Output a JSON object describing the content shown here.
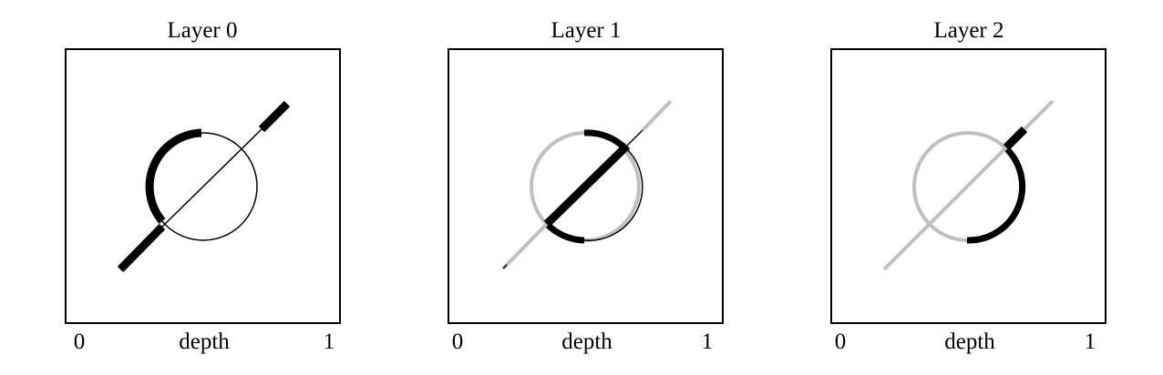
{
  "colors": {
    "active": "#000000",
    "inactive": "#c0c0c0",
    "frame": "#000000",
    "background": "#ffffff"
  },
  "panels": [
    {
      "title": "Layer 0",
      "x_axis": {
        "label": "depth",
        "min_label": "0",
        "max_label": "1"
      },
      "diagram": {
        "circle": {
          "style": "thin",
          "color": "active"
        },
        "circle_highlight": {
          "style": "thick",
          "color": "active",
          "arc_deg_start": 88,
          "arc_deg_end": 220
        },
        "line_lower": {
          "style": "thick",
          "color": "active"
        },
        "line_middle": {
          "style": "thin",
          "color": "active"
        },
        "line_upper": {
          "style": "thick",
          "color": "active"
        }
      }
    },
    {
      "title": "Layer 1",
      "x_axis": {
        "label": "depth",
        "min_label": "0",
        "max_label": "1"
      },
      "diagram": {
        "circle": {
          "style": "mixed",
          "color": "inactive"
        },
        "circle_highlight_top": {
          "style": "thick",
          "color": "active",
          "arc_deg_start": 45,
          "arc_deg_end": 92
        },
        "circle_highlight_bottom": {
          "style": "thick",
          "color": "active",
          "arc_deg_start": 225,
          "arc_deg_end": 268
        },
        "line_lower": {
          "style": "thin",
          "color": "inactive"
        },
        "line_middle": {
          "style": "thick",
          "color": "active"
        },
        "line_upper": {
          "style": "thin",
          "color": "inactive"
        }
      }
    },
    {
      "title": "Layer 2",
      "x_axis": {
        "label": "depth",
        "min_label": "0",
        "max_label": "1"
      },
      "diagram": {
        "circle": {
          "style": "thin",
          "color": "inactive"
        },
        "circle_highlight": {
          "style": "thick",
          "color": "active",
          "arc_deg_start": -90,
          "arc_deg_end": 45
        },
        "line_upper_highlight": {
          "style": "thick",
          "color": "active"
        },
        "line": {
          "style": "thin",
          "color": "inactive"
        }
      }
    }
  ]
}
